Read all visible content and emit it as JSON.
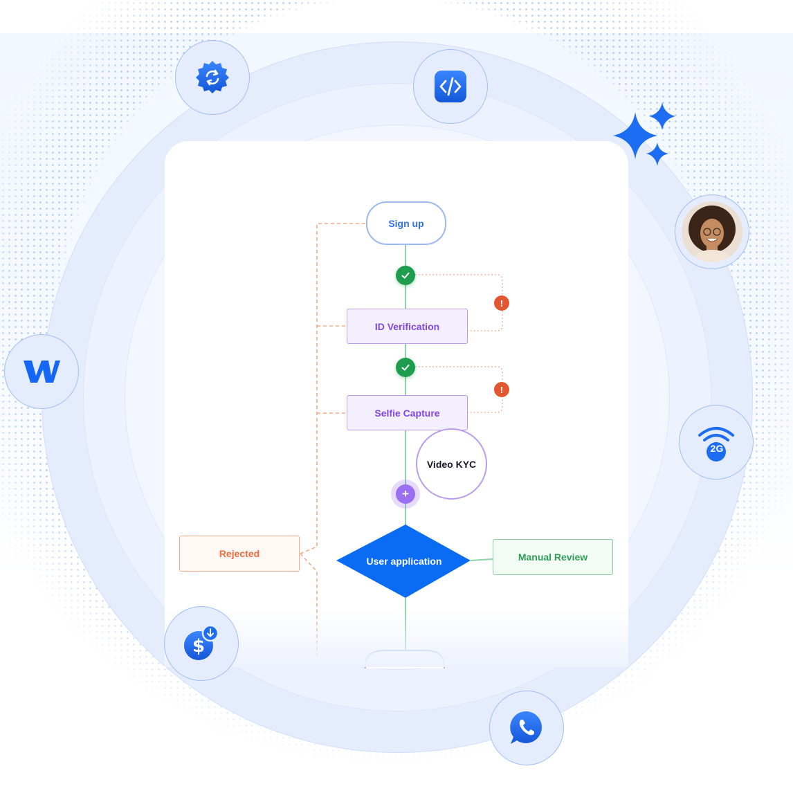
{
  "flow": {
    "signup_label": "Sign up",
    "id_verification_label": "ID Verification",
    "selfie_capture_label": "Selfie Capture",
    "video_kyc_label": "Video KYC",
    "user_application_label": "User application",
    "rejected_label": "Rejected",
    "manual_review_label": "Manual Review",
    "warning_glyph": "!",
    "plus_glyph": "+"
  },
  "icons": {
    "settings": "gear-sync-icon",
    "code": "code-icon",
    "sparkles": "sparkles-icon",
    "avatar": "user-avatar",
    "webflow": "webflow-logo-icon",
    "network": "network-2g-icon",
    "payment": "dollar-download-icon",
    "whatsapp": "whatsapp-icon"
  },
  "network_badge_text": "2G",
  "colors": {
    "primary_blue": "#2f6fe8",
    "diamond_blue": "#0a6cf5",
    "purple": "#8046e6",
    "orange": "#ef6a3a",
    "green": "#2e9e57",
    "check_green": "#1f9d4e",
    "warning_red": "#e2572f"
  }
}
